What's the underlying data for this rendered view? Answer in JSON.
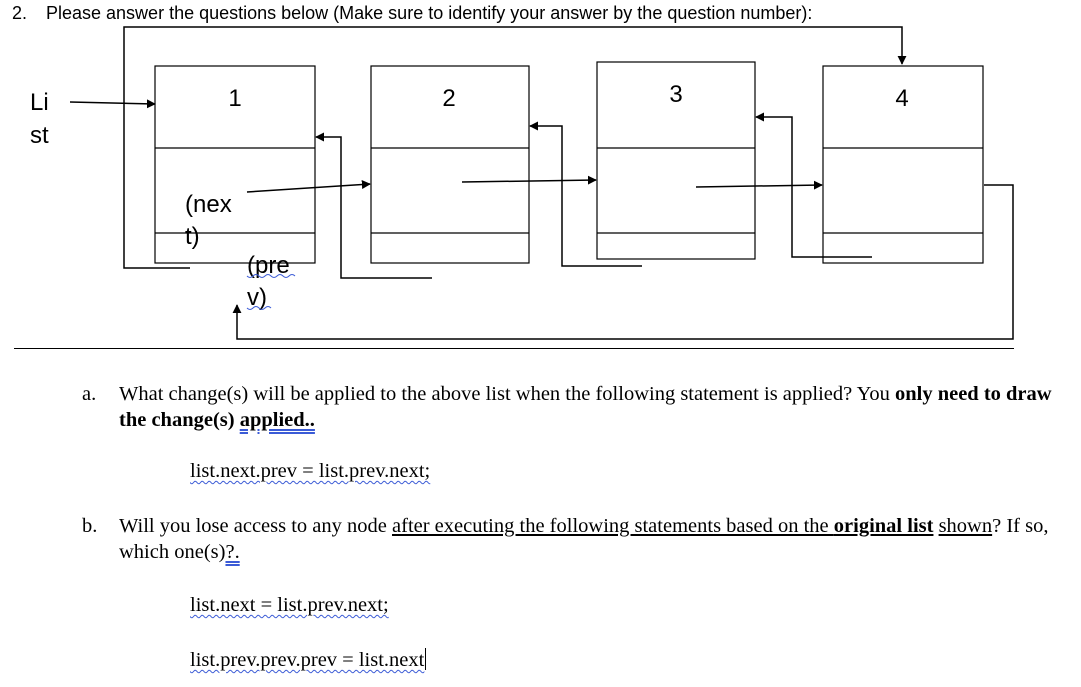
{
  "question": {
    "number": "2.",
    "prompt": "Please answer the questions below (Make sure to identify your answer by the question number):"
  },
  "diagram": {
    "list_label_line1": "Li",
    "list_label_line2": "st",
    "node_values": [
      "1",
      "2",
      "3",
      "4"
    ],
    "next_label_line1": "(nex",
    "next_label_line2": "t)",
    "prev_label_line1": "(pre",
    "prev_label_line2": "v)"
  },
  "part_a": {
    "letter": "a.",
    "text_1": "What change(s) will be applied to the above list when the following statement is applied? You ",
    "text_bold_1": "only need to draw the change(s) ",
    "text_bold_underlined": "applied..",
    "statement": "list.next.prev = list.prev.next;"
  },
  "part_b": {
    "letter": "b.",
    "text_1": "Will you lose access to any node ",
    "text_underlined": "after executing the following statements based on the ",
    "text_bold_underlined": "original list",
    "text_underlined_2": "shown",
    "text_2": "? If so, which one(s)",
    "text_3": "?.",
    "statement_1": "list.next = list.prev.next;",
    "statement_2": "list.prev.prev.prev = list.next"
  }
}
